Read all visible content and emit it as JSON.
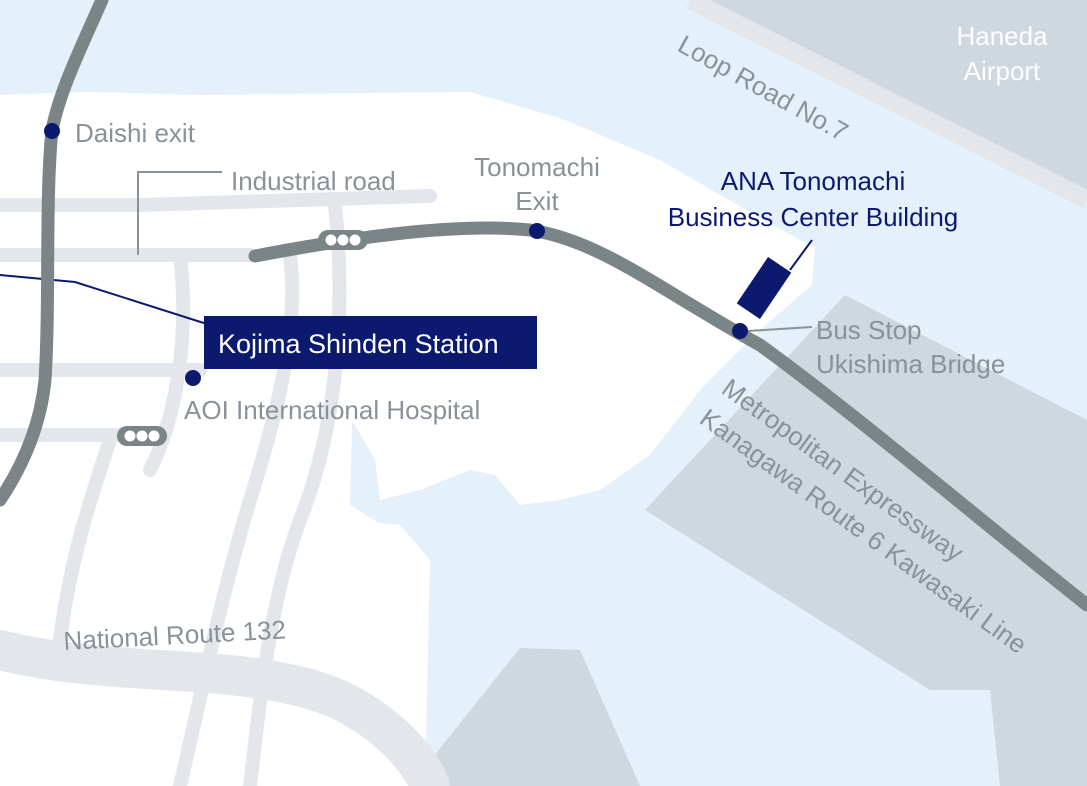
{
  "map": {
    "colors": {
      "water": "#e4f1fb",
      "land": "#ffffff",
      "airport": "#cfd7df",
      "road": "#e3e7eb",
      "expressway": "#7b8486",
      "accent": "#0b1a6e",
      "label": "#8a9299"
    },
    "labels": {
      "haneda_line1": "Haneda",
      "haneda_line2": "Airport",
      "loop_road": "Loop Road No.7",
      "daishi_exit": "Daishi exit",
      "industrial_road": "Industrial road",
      "tonomachi_exit_line1": "Tonomachi",
      "tonomachi_exit_line2": "Exit",
      "ana_building_line1": "ANA Tonomachi",
      "ana_building_line2": "Business Center Building",
      "kojima_station": "Kojima Shinden Station",
      "bus_stop_line1": "Bus Stop",
      "bus_stop_line2": "Ukishima Bridge",
      "aoi_hospital": "AOI International Hospital",
      "expressway_line1": "Metropolitan Expressway",
      "expressway_line2": "Kanagawa Route 6 Kawasaki Line",
      "national_route": "National Route 132"
    },
    "icons": {
      "traffic_light": "traffic-light-icon",
      "point_marker": "location-dot-icon",
      "building": "building-icon"
    }
  }
}
